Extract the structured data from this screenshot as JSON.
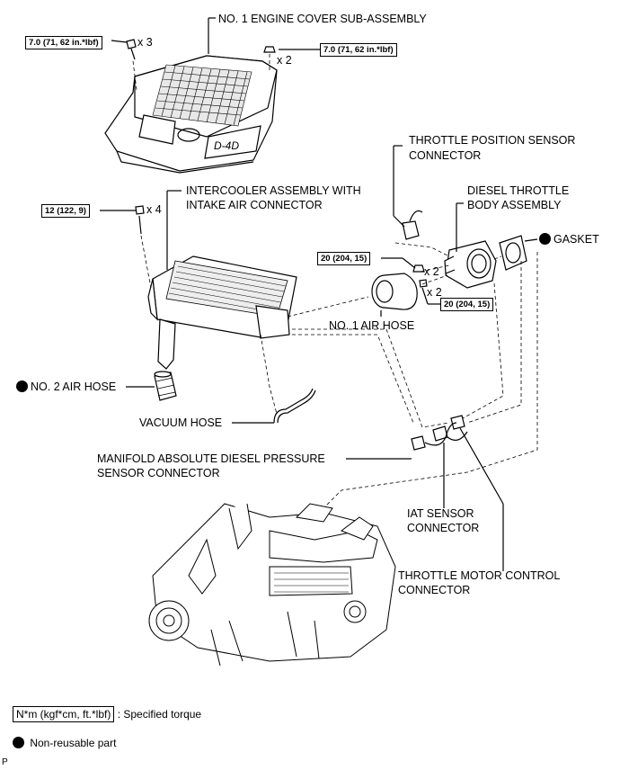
{
  "labels": {
    "engine_cover": "NO. 1 ENGINE COVER SUB-ASSEMBLY",
    "tps_connector_1": "THROTTLE POSITION SENSOR",
    "tps_connector_2": "CONNECTOR",
    "intercooler_1": "INTERCOOLER ASSEMBLY WITH",
    "intercooler_2": "INTAKE AIR CONNECTOR",
    "throttle_body_1": "DIESEL THROTTLE",
    "throttle_body_2": "BODY ASSEMBLY",
    "gasket": "GASKET",
    "air_hose_1": "NO. 1 AIR HOSE",
    "air_hose_2": "NO. 2 AIR HOSE",
    "vacuum_hose": "VACUUM HOSE",
    "map_sensor_1": "MANIFOLD ABSOLUTE DIESEL PRESSURE",
    "map_sensor_2": "SENSOR CONNECTOR",
    "iat_1": "IAT SENSOR",
    "iat_2": "CONNECTOR",
    "throttle_motor_1": "THROTTLE MOTOR CONTROL",
    "throttle_motor_2": "CONNECTOR"
  },
  "torques": {
    "cover_bolt": "7.0 (71, 62 in.*lbf)",
    "cover_nut": "7.0 (71, 62 in.*lbf)",
    "intercooler_bolt": "12 (122, 9)",
    "throttle_nut": "20 (204, 15)",
    "throttle_bolt": "20 (204, 15)"
  },
  "quantities": {
    "cover_bolt": "x 3",
    "cover_nut": "x 2",
    "intercooler_bolt": "x 4",
    "throttle_nut": "x 2",
    "throttle_bolt": "x 2"
  },
  "legend": {
    "torque_unit": "N*m (kgf*cm, ft.*lbf)",
    "torque_text": ": Specified torque",
    "nonreusable_text": "Non-reusable part"
  },
  "page_marker": "P"
}
